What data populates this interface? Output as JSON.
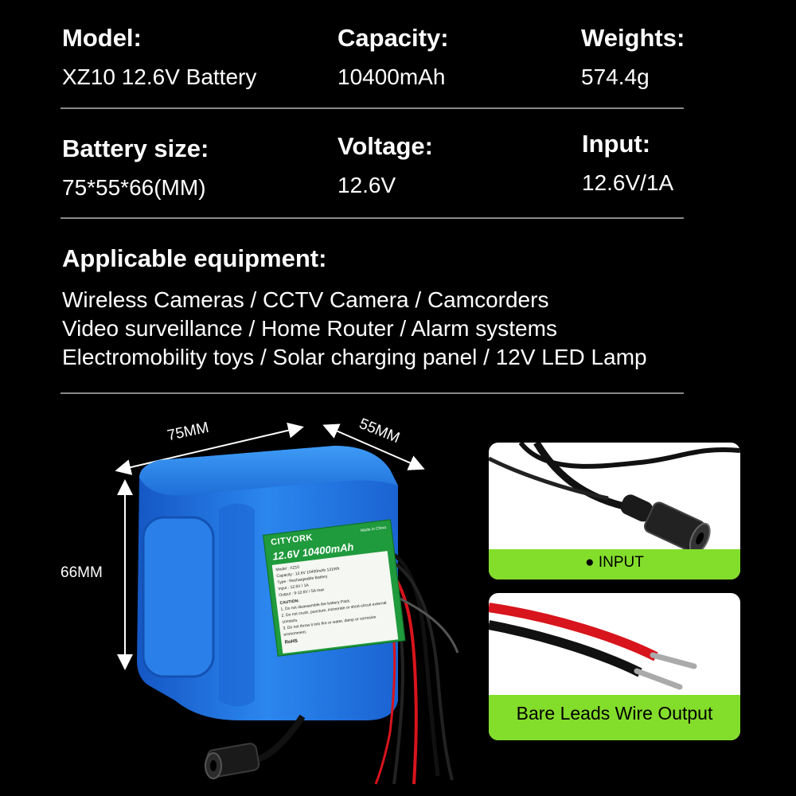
{
  "specs": {
    "model": {
      "label": "Model:",
      "value": "XZ10 12.6V Battery"
    },
    "capacity": {
      "label": "Capacity:",
      "value": "10400mAh"
    },
    "weights": {
      "label": "Weights:",
      "value": "574.4g"
    },
    "battery_size": {
      "label": "Battery size:",
      "value": "75*55*66(MM)"
    },
    "voltage": {
      "label": "Voltage:",
      "value": "12.6V"
    },
    "input": {
      "label": "Input:",
      "value": "12.6V/1A"
    }
  },
  "equipment": {
    "title": "Applicable equipment:",
    "lines": [
      "Wireless Cameras / CCTV Camera / Camcorders",
      "Video surveillance / Home Router / Alarm systems",
      "Electromobility toys / Solar charging panel / 12V LED Lamp"
    ]
  },
  "dimensions": {
    "width": "75MM",
    "depth": "55MM",
    "height": "66MM"
  },
  "battery_label": {
    "brand": "CITYORK",
    "made_in": "Made in China",
    "headline": "12.6V 10400mAh",
    "rows": [
      {
        "k": "Model",
        "v": ": XZ10"
      },
      {
        "k": "Capacity",
        "v": ": 12.6V 10400mAh 131Wh"
      },
      {
        "k": "Type",
        "v": ": Rechargeable Battery"
      },
      {
        "k": "Input",
        "v": ": 12.6V / 1A"
      },
      {
        "k": "Output",
        "v": ": 9-12.6V / 5A max"
      }
    ],
    "caution_title": "CAUTION:",
    "caution_lines": [
      "1. Do not disassemble the battery Pack.",
      "2. Do not crush, puncture, incinerate or short-circuit external contacts.",
      "3. Do not throw it into fire or water, damp or corrosive environment."
    ],
    "rohs": "RoHS"
  },
  "cards": {
    "input_label": "INPUT",
    "output_label": "Bare Leads Wire Output"
  },
  "colors": {
    "background": "#000000",
    "battery_blue": "#1e6fd6",
    "label_green": "#1f9a3c",
    "card_green": "#83dd2b",
    "wire_red": "#d8141c"
  }
}
